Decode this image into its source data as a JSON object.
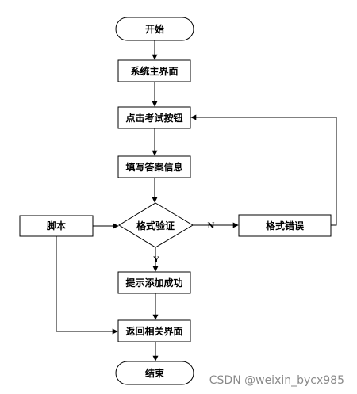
{
  "nodes": {
    "start": "开始",
    "main_ui": "系统主界面",
    "click_exam": "点击考试按钮",
    "fill_answer": "填写答案信息",
    "validate": "格式验证",
    "format_error": "格式错误",
    "script": "脚本",
    "add_success": "提示添加成功",
    "return_ui": "返回相关界面",
    "end": "结束"
  },
  "edges": {
    "no_label": "N",
    "yes_label": "Y"
  },
  "watermark": "CSDN @weixin_bycx985"
}
